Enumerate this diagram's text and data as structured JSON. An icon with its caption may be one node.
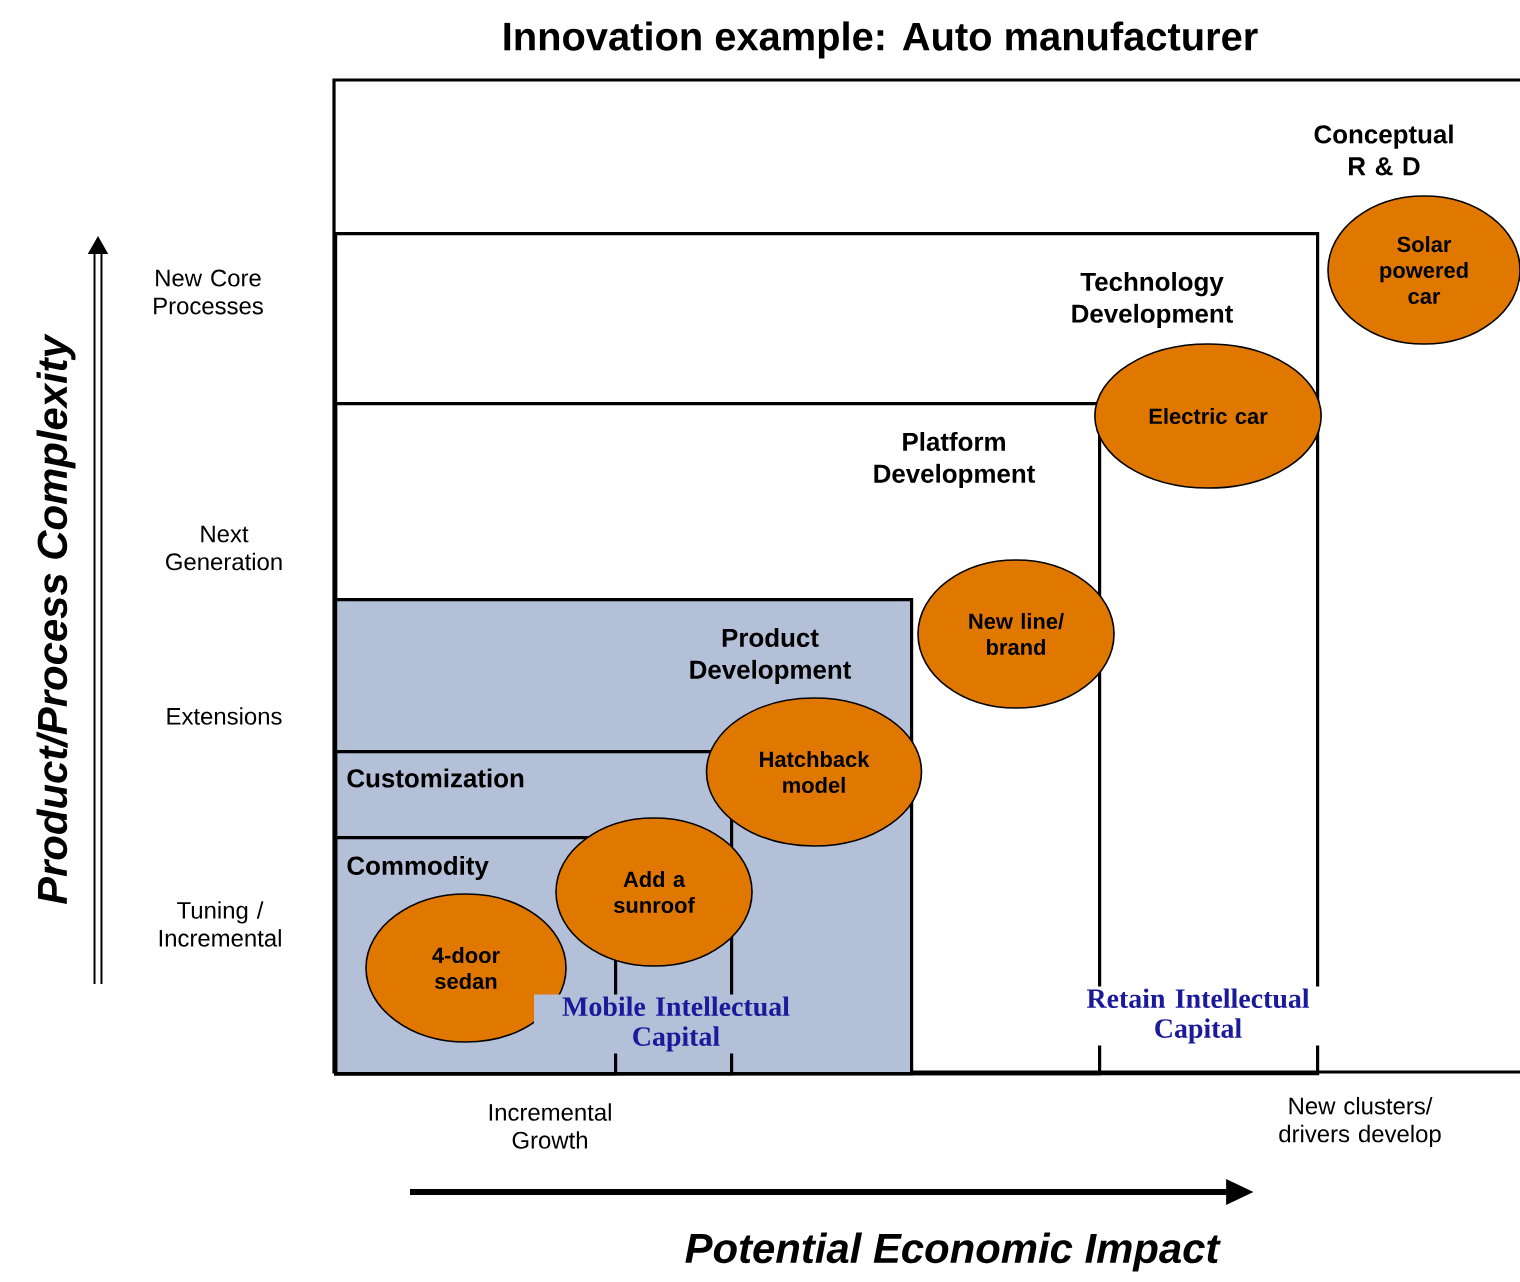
{
  "diagram": {
    "title": "Innovation example: Auto manufacturer",
    "nodes": [
      {
        "text": [
          "Conceptual R & D"
        ]
      },
      {
        "text": [
          "Technology Development"
        ],
        "in": 0
      },
      {
        "text": [
          "Platform Development"
        ],
        "in": 1
      },
      {
        "text": [
          "Product Development"
        ],
        "in": 2
      },
      {
        "text": [
          "Customization"
        ],
        "in": 3
      },
      {
        "text": [
          "Commodity"
        ],
        "in": 4
      },
      {
        "text": [
          "Solar powered car"
        ],
        "in": 0
      },
      {
        "text": [
          "Electric car"
        ],
        "in": 1
      },
      {
        "text": [
          "New line/ brand"
        ],
        "in": 1
      },
      {
        "text": [
          "Hatchback model"
        ],
        "in": 3
      },
      {
        "text": [
          "Add a sunroof"
        ],
        "in": 3
      },
      {
        "text": [
          "4-door sedan"
        ],
        "in": 5
      }
    ],
    "labels": [
      "Product/Process Complexity",
      "New Core Processes",
      "Next Generation",
      "Extensions",
      "Tuning / Incremental",
      "Mobile Intellectual Capital",
      "Retain Intellectual Capital",
      "Incremental Growth",
      "New clusters/ drivers develop",
      "Potential Economic Impact"
    ]
  }
}
